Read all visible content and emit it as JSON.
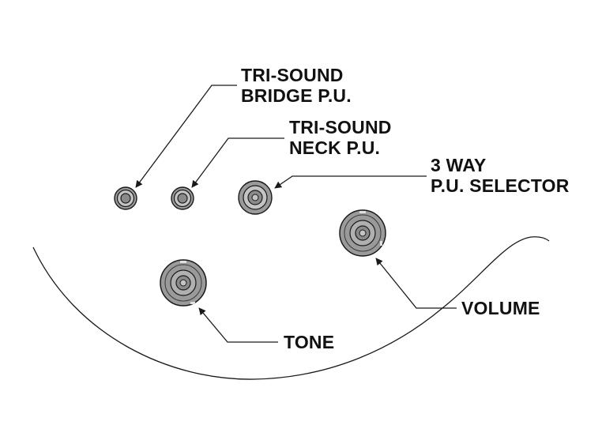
{
  "labels": {
    "bridge_pickup": {
      "line1": "TRI-SOUND",
      "line2": "BRIDGE P.U."
    },
    "neck_pickup": {
      "line1": "TRI-SOUND",
      "line2": "NECK P.U."
    },
    "selector": {
      "line1": "3 WAY",
      "line2": "P.U. SELECTOR"
    },
    "volume": "VOLUME",
    "tone": "TONE"
  },
  "colors": {
    "line": "#1a1a1a",
    "knob_fill": "#9a9a9a",
    "knob_light": "#c4c4c4",
    "knob_dark": "#6e6e6e",
    "background": "#ffffff"
  }
}
